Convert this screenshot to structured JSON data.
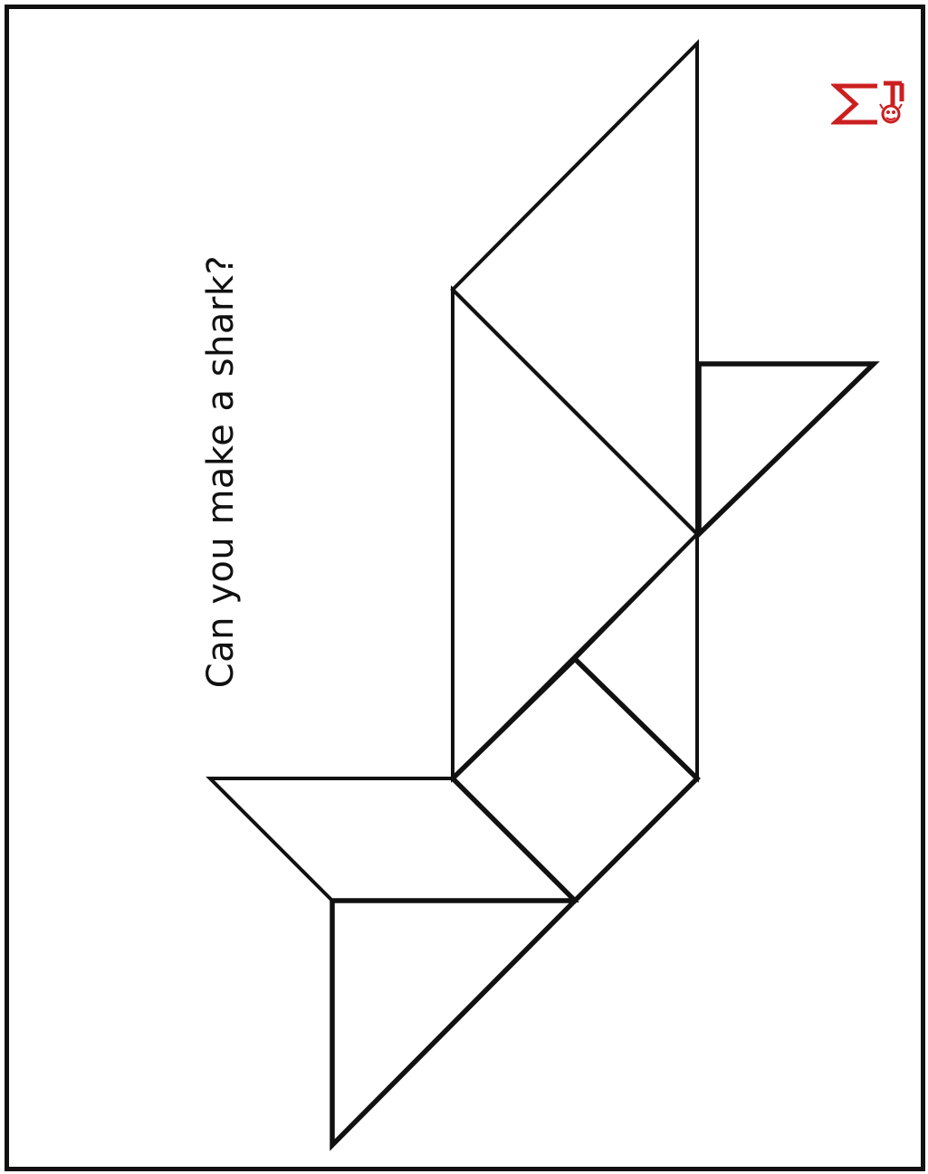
{
  "prompt_text": "Can you make a shark?",
  "logo": {
    "lettering": "MF",
    "color": "#cc1f1f"
  },
  "colors": {
    "outline": "#111111",
    "background": "#ffffff",
    "logo": "#cc1f1f"
  },
  "puzzle": {
    "pieces": [
      {
        "name": "large-triangle-top-fin",
        "shape": "triangle"
      },
      {
        "name": "large-triangle-body",
        "shape": "triangle"
      },
      {
        "name": "small-triangle-tail-fin",
        "shape": "triangle"
      },
      {
        "name": "small-triangle-mid",
        "shape": "triangle"
      },
      {
        "name": "square",
        "shape": "square"
      },
      {
        "name": "parallelogram-head",
        "shape": "parallelogram"
      },
      {
        "name": "medium-triangle-lower-fin",
        "shape": "triangle"
      }
    ]
  }
}
